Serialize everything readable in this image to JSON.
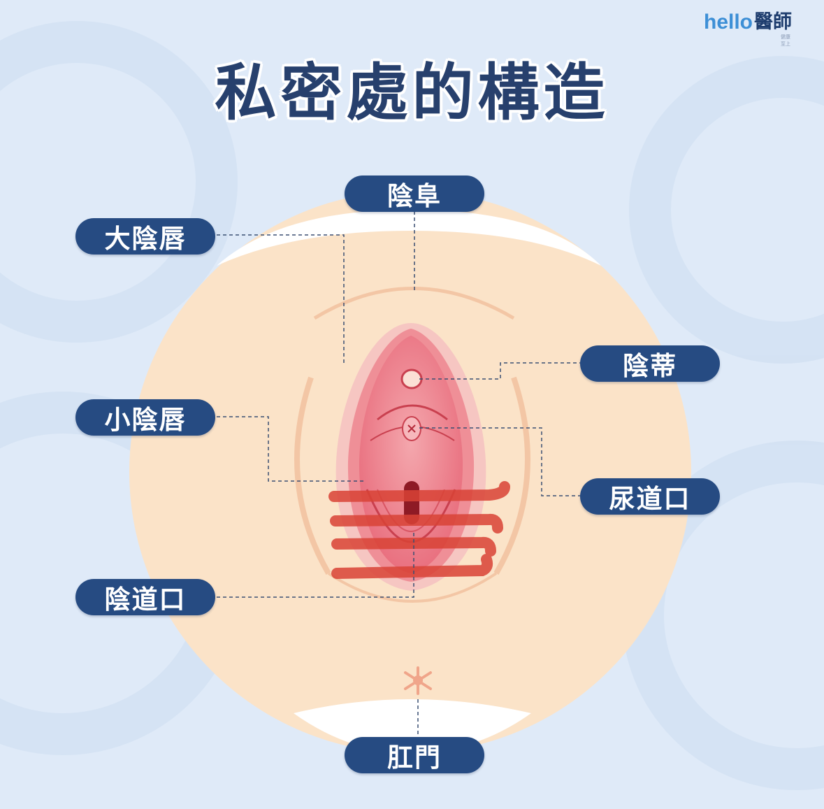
{
  "title": "私密處的構造",
  "logo": {
    "brand": "hello",
    "brand_zh": "醫師",
    "tagline": "健康至上"
  },
  "labels": {
    "mons": "陰阜",
    "labia_majora": "大陰唇",
    "clitoris": "陰蒂",
    "labia_minora": "小陰唇",
    "urethral_opening": "尿道口",
    "vaginal_opening": "陰道口",
    "anus": "肛門"
  },
  "colors": {
    "background": "#dfeaf8",
    "skin": "#fbe3c8",
    "label_fill": "#264b82",
    "title": "#27406d",
    "tissue": "#e3566a",
    "hymen_bands": "#d94336"
  }
}
